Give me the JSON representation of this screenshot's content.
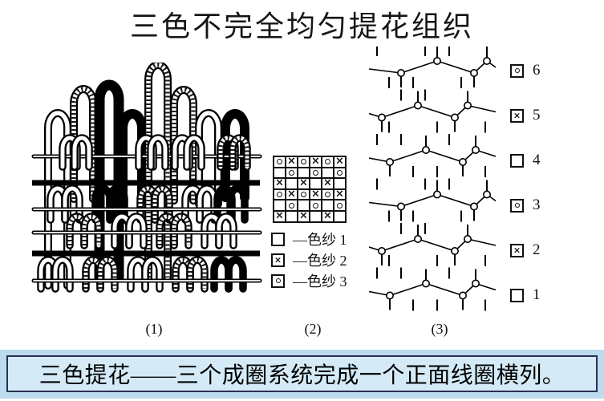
{
  "title": "三色不完全均匀提花组织",
  "figures": {
    "fig1_label": "(1)",
    "fig2_label": "(2)",
    "fig3_label": "(3)"
  },
  "pattern_grid": {
    "rows": [
      [
        "o",
        "x",
        "o",
        "x",
        "o",
        "x"
      ],
      [
        "",
        "o",
        "",
        "o",
        "",
        "o"
      ],
      [
        "x",
        "",
        "x",
        "",
        "x",
        ""
      ],
      [
        "o",
        "x",
        "o",
        "x",
        "o",
        "x"
      ],
      [
        "",
        "o",
        "",
        "o",
        "",
        "o"
      ],
      [
        "x",
        "",
        "x",
        "",
        "x",
        ""
      ]
    ]
  },
  "legend": [
    {
      "symbol": "empty",
      "label": "—色纱 1"
    },
    {
      "symbol": "x",
      "label": "—色纱 2"
    },
    {
      "symbol": "o",
      "label": "—色纱 3"
    }
  ],
  "course_labels": [
    {
      "symbol": "o",
      "number": "6"
    },
    {
      "symbol": "x",
      "number": "5"
    },
    {
      "symbol": "empty",
      "number": "4"
    },
    {
      "symbol": "o",
      "number": "3"
    },
    {
      "symbol": "x",
      "number": "2"
    },
    {
      "symbol": "empty",
      "number": "1"
    }
  ],
  "caption": "三色提花——三个成圈系统完成一个正面线圈横列。",
  "colors": {
    "caption_band": "#bcdcee",
    "caption_box_bg": "#d4ebf7",
    "caption_border": "#2a3052",
    "ink": "#000000"
  }
}
